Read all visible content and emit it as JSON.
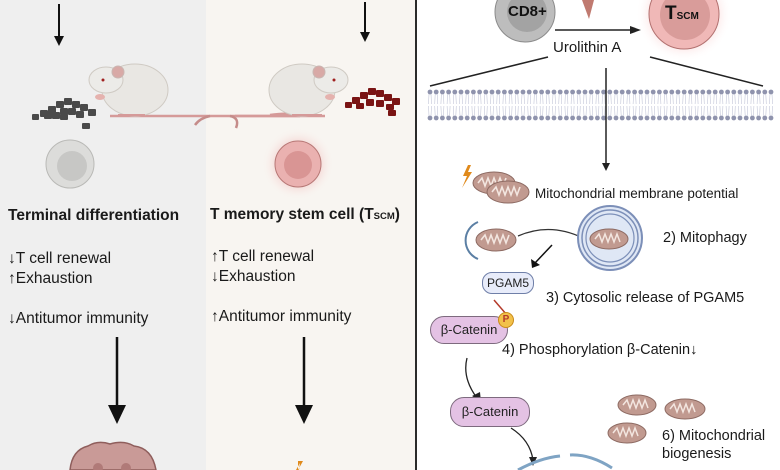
{
  "left_panel": {
    "terminal": {
      "title": "Terminal differentiation",
      "items": [
        "↓T cell renewal",
        "↑Exhaustion",
        "↓Antitumor immunity"
      ]
    },
    "tscm": {
      "title_main": "T memory stem cell (T",
      "title_sub": "SCM",
      "title_end": ")",
      "items": [
        "↑T cell renewal",
        "↓Exhaustion",
        "↑Antitumor immunity"
      ]
    }
  },
  "right_panel": {
    "cd8_label": "CD8+",
    "tscm_label_main": "T",
    "tscm_label_sub": "SCM",
    "treatment": "Urolithin A",
    "steps": {
      "membrane_potential": "Mitochondrial membrane potential",
      "mitophagy": "2) Mitophagy",
      "pgam5_box": "PGAM5",
      "pgam5_release": "3) Cytosolic release of PGAM5",
      "bcatenin_box": "β-Catenin",
      "phospho_badge": "P",
      "phosphorylation": "4) Phosphorylation β-Catenin↓",
      "bcatenin_box2": "β-Catenin",
      "biogenesis_1": "6) Mitochondrial",
      "biogenesis_2": "biogenesis"
    }
  },
  "colors": {
    "left_bg": "#efefef",
    "middle_bg": "#f8f5f1",
    "tscm_red": "#d9868a",
    "pellet_dark": "#4a4a4a",
    "pellet_red": "#7a1414",
    "pill_purple": "#e4c2e4",
    "lightning": "#e08a1c"
  }
}
